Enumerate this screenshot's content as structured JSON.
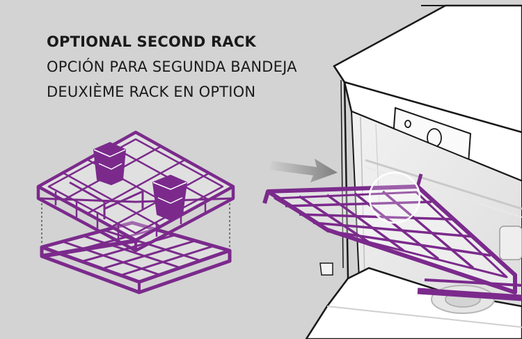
{
  "caption": {
    "english": "OPTIONAL SECOND RACK",
    "spanish": "OPCIÓN PARA SEGUNDA BANDEJA",
    "french": "DEUXIÈME RACK EN OPTION"
  },
  "colors": {
    "background": "#d3d3d3",
    "rack": "#7b2a8c",
    "machine_white": "#ffffff",
    "outline": "#1a1a1a",
    "arrow": "#8a8a8a"
  },
  "icons": {
    "arrow": "arrow-right-icon",
    "detail_circle": "detail-circle-icon"
  }
}
